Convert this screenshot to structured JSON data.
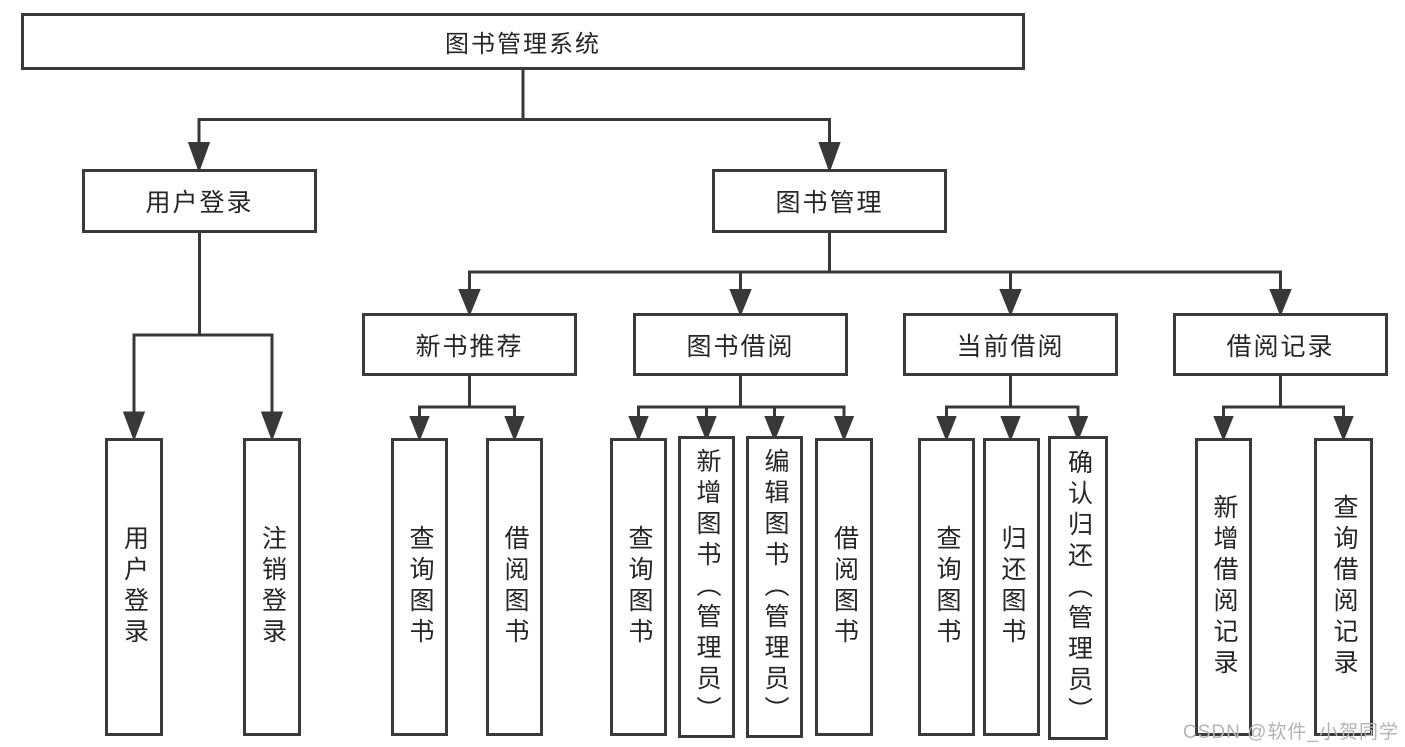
{
  "tree": {
    "root": {
      "label": "图书管理系统"
    },
    "level2": [
      {
        "label": "用户登录"
      },
      {
        "label": "图书管理"
      }
    ],
    "level3": [
      {
        "label": "新书推荐"
      },
      {
        "label": "图书借阅"
      },
      {
        "label": "当前借阅"
      },
      {
        "label": "借阅记录"
      }
    ],
    "leaves": {
      "user_login": [
        "用户登录",
        "注销登录"
      ],
      "new_book_recommend": [
        "查询图书",
        "借阅图书"
      ],
      "book_borrow": [
        "查询图书",
        "新增图书（管理员）",
        "编辑图书（管理员）",
        "借阅图书"
      ],
      "current_borrow": [
        "查询图书",
        "归还图书",
        "确认归还（管理员）"
      ],
      "borrow_records": [
        "新增借阅记录",
        "查询借阅记录"
      ]
    }
  },
  "watermark": "CSDN @软件_小贺同学",
  "colors": {
    "line": "#3a3a3a",
    "text": "#262626",
    "watermark": "#b4b4b4",
    "background": "#ffffff"
  }
}
